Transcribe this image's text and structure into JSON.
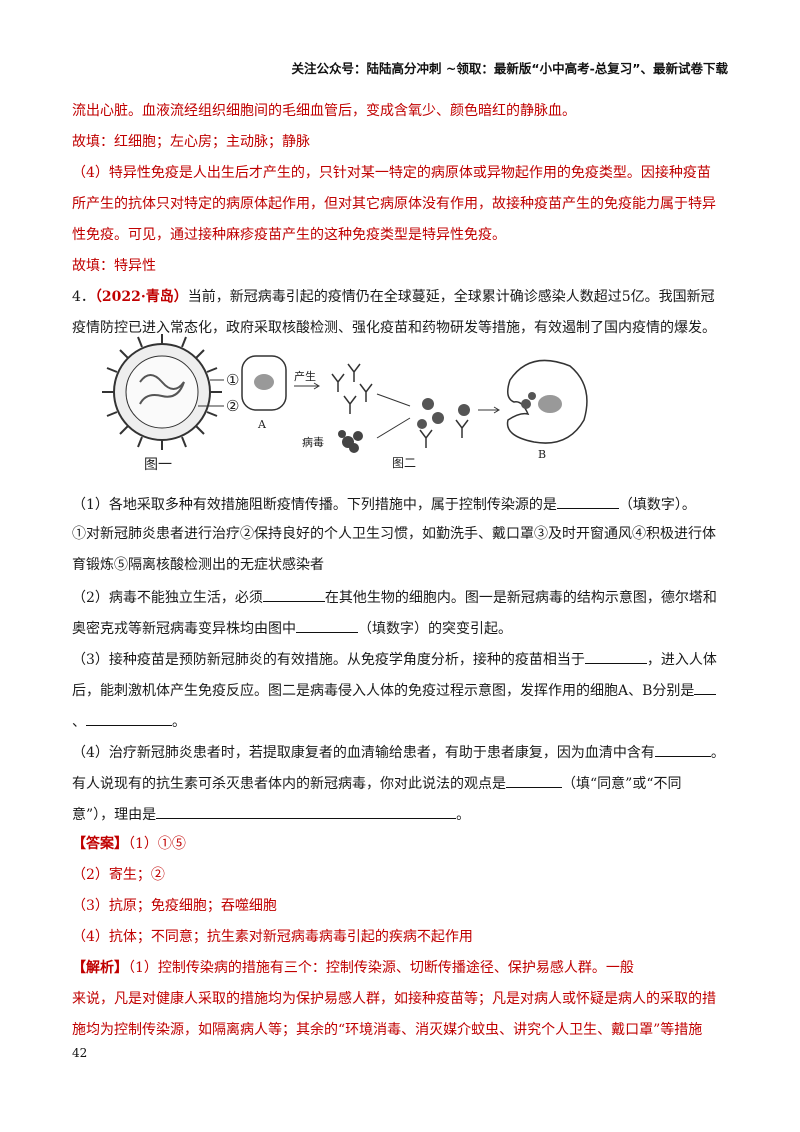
{
  "header": {
    "text": "关注公众号：陆陆高分冲刺 ~领取：最新版“小中高考-总复习”、最新试卷下载"
  },
  "lines": {
    "l1": "流出心脏。血液流经组织细胞间的毛细血管后，变成含氧少、颜色暗红的静脉血。",
    "l2": "故填：红细胞；左心房；主动脉；静脉",
    "l3": "（4）特异性免疫是人出生后才产生的，只针对某一特定的病原体或异物起作用的免疫类型。因接种疫苗",
    "l4": "所产生的抗体只对特定的病原体起作用，但对其它病原体没有作用，故接种疫苗产生的免疫能力属于特异",
    "l5": "性免疫。可见，通过接种麻疹疫苗产生的这种免疫类型是特异性免疫。",
    "l6": "故填：特异性",
    "q4_num": "4．",
    "q4_source": "（2022·青岛）",
    "q4_a": "当前，新冠病毒引起的疫情仍在全球蔓延，全球累计确诊感染人数超过5亿。我国新冠",
    "q4_b": "疫情防控已进入常态化，政府采取核酸检测、强化疫苗和药物研发等措施，有效遏制了国内疫情的爆发。",
    "q1_a": "（1）各地采取多种有效措施阻断疫情传播。下列措施中，属于控制传染源的是",
    "q1_b": "（填数字）。",
    "q1_c": "①对新冠肺炎患者进行治疗②保持良好的个人卫生习惯，如勤洗手、戴口罩③及时开窗通风④积极进行体",
    "q1_d": "育锻炼⑤隔离核酸检测出的无症状感染者",
    "q2_a": "（2）病毒不能独立生活，必须",
    "q2_b": "在其他生物的细胞内。图一是新冠病毒的结构示意图，德尔塔和",
    "q2_c": "奥密克戎等新冠病毒变异株均由图中",
    "q2_d": "（填数字）的突变引起。",
    "q3_a": "（3）接种疫苗是预防新冠肺炎的有效措施。从免疫学角度分析，接种的疫苗相当于",
    "q3_b": "，进入人体",
    "q3_c": "后，能刺激机体产生免疫反应。图二是病毒侵入人体的免疫过程示意图，发挥作用的细胞A、B分别是",
    "q3_d": "、",
    "q3_e": "。",
    "q4q_a": "（4）治疗新冠肺炎患者时，若提取康复者的血清输给患者，有助于患者康复，因为血清中含有",
    "q4q_b": "。",
    "q4q_c": "有人说现有的抗生素可杀灭患者体内的新冠病毒，你对此说法的观点是",
    "q4q_d": "（填“同意”或“不同",
    "q4q_e": "意”），理由是",
    "q4q_f": "。",
    "ans_tag": "【答案】",
    "ans_1": "（1）①⑤",
    "ans_2": "（2）寄生；②",
    "ans_3": "（3）抗原；免疫细胞；吞噬细胞",
    "ans_4": "（4）抗体；不同意；抗生素对新冠病毒病毒引起的疾病不起作用",
    "exp_tag": "【解析】",
    "exp_1": "（1）控制传染病的措施有三个：控制传染源、切断传播途径、保护易感人群。一般",
    "exp_2": "来说，凡是对健康人采取的措施均为保护易感人群，如接种疫苗等；凡是对病人或怀疑是病人的采取的措",
    "exp_3": "施均为控制传染源，如隔离病人等；其余的“环境消毒、消灭媒介蚊虫、讲究个人卫生、戴口罩”等措施"
  },
  "figure": {
    "label1": "①",
    "label2": "②",
    "fig1_caption": "图一",
    "fig2_caption": "图二",
    "cell_a": "A",
    "cell_b": "B",
    "produce": "产生",
    "virus": "病毒"
  },
  "page_number": "42"
}
